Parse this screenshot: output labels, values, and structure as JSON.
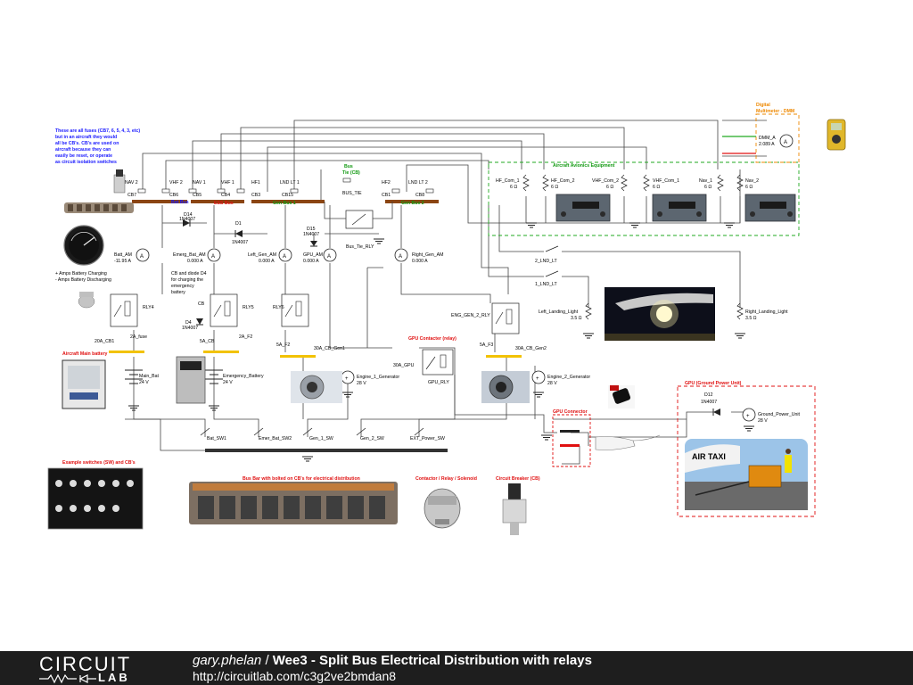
{
  "note": [
    "These are all fuses (CB7, 6, 5, 4, 3, etc)",
    "but in an aircraft they would",
    "all be CB's. CB's are used on",
    "aircraft because they can",
    "easily be reset, or operate",
    "as circuit isolation switches"
  ],
  "breakers": [
    {
      "name": "NAV 2",
      "ref": "CB7"
    },
    {
      "name": "VHF 2",
      "ref": "CB6"
    },
    {
      "name": "NAV 1",
      "ref": "CB5"
    },
    {
      "name": "VHF 1",
      "ref": "CB4"
    },
    {
      "name": "HF1",
      "ref": "CB3"
    },
    {
      "name": "LND LT 1",
      "ref": "CB15"
    },
    {
      "name": "HF2",
      "ref": "CB1"
    },
    {
      "name": "LND LT 2",
      "ref": "CB8"
    }
  ],
  "buses": {
    "bat": "Bat Bus",
    "ess": "ESS Bus",
    "gen1": "Gen Bus 1",
    "gen2": "Gen Bus 2"
  },
  "bus_tie": {
    "title": "Bus",
    "title2": "Tie (CB)",
    "cb": "BUS_TIE",
    "relay": "Bus_Tie_RLY"
  },
  "diodes": {
    "d14": {
      "name": "D14",
      "part": "1N4007"
    },
    "d1": {
      "name": "D1",
      "part": "1N4007"
    },
    "d15": {
      "name": "D15",
      "part": "1N4007"
    },
    "d4": {
      "name": "D4",
      "part": "1N4007"
    },
    "d12": {
      "name": "D12",
      "part": "1N4007"
    }
  },
  "ammeters": {
    "batt": {
      "name": "Batt_AM",
      "value": "-11.95 A"
    },
    "emerg": {
      "name": "Emerg_Bat_AM",
      "value": "0.000 A"
    },
    "left_gen": {
      "name": "Left_Gen_AM",
      "value": "0.000 A"
    },
    "gpu": {
      "name": "GPU_AM",
      "value": "0.000 A"
    },
    "right_gen": {
      "name": "Right_Gen_AM",
      "value": "0.000 A"
    }
  },
  "amp_legend": [
    "+ Amps Battery Charging",
    "- Amps Battery Discharging"
  ],
  "cb_diode_note": [
    "CB and diode D4",
    "for charging the",
    "emergency",
    "battery"
  ],
  "relays": {
    "rly4": "RLY4",
    "rly5": "RLY5",
    "rly6": "RLY6",
    "eng2": "ENG_GEN_2_RLY",
    "gpu": "GPU_RLY"
  },
  "fuses": {
    "cb20": "20A_CB1",
    "f2a": "2A_fuse",
    "cb5a": "5A_CB",
    "f2b": "2A_F2",
    "f3": "5A_F2",
    "cbgen1": "30A_CB_Gen1",
    "gpu30": "30A_GPU",
    "f3b": "5A_F3",
    "cbgen2": "30A_CB_Gen2",
    "cb": "CB"
  },
  "sources": {
    "main_bat": {
      "name": "Main_Bat",
      "volt": "24 V"
    },
    "emerg_bat": {
      "name": "Emergency_Battery",
      "volt": "24 V"
    },
    "gen1": {
      "name": "Engine_1_Generator",
      "volt": "28 V"
    },
    "gen2": {
      "name": "Engine_2_Generator",
      "volt": "28 V"
    },
    "ground": {
      "name": "Ground_Power_Unit",
      "volt": "28 V"
    }
  },
  "gpu_contactor_label": "GPU Contacter (relay)",
  "switches": [
    "Bat_SW1",
    "Emer_Bat_SW2",
    "Gen_1_SW",
    "Gen_2_SW",
    "EXT_Power_SW"
  ],
  "avionics": {
    "title": "Aircraft Avionics Equipment",
    "loads": [
      {
        "name": "HF_Com_1",
        "value": "6 Ω"
      },
      {
        "name": "HF_Com_2",
        "value": "6 Ω"
      },
      {
        "name": "VHF_Com_2",
        "value": "6 Ω"
      },
      {
        "name": "VHF_Com_1",
        "value": "6 Ω"
      },
      {
        "name": "Nav_1",
        "value": "6 Ω"
      },
      {
        "name": "Nav_2",
        "value": "6 Ω"
      }
    ]
  },
  "multimeter": {
    "title1": "Digital",
    "title2": "Multimeter - DMM",
    "name": "DMM_A",
    "value": "2.089 A"
  },
  "landing": {
    "sw2": "2_LND_LT",
    "sw1": "1_LND_LT",
    "left": {
      "name": "Left_Landing_Light",
      "value": "3.5 Ω"
    },
    "right": {
      "name": "Right_Landing_Light",
      "value": "3.5 Ω"
    }
  },
  "captions": {
    "main_battery": "Aircraft Main battery",
    "gpu_unit": "GPU (Ground Power Unit)",
    "gpu_connector": "GPU Connector",
    "example_switches": "Example switches (SW) and CB's",
    "bus_bar": "Bus Bar with bolted on CB's for electrical distribution",
    "contactor": "Contactor / Relay / Solenoid",
    "circuit_breaker": "Circuit Breaker (CB)"
  },
  "photo_labels": {
    "air_taxi": "AIR TAXI"
  },
  "footer": {
    "logo_top": "CIRCUIT",
    "logo_bottom": "LAB",
    "user": "gary.phelan",
    "sep": " / ",
    "project": "Wee3 - Split Bus Electrical Distribution with relays",
    "url": "http://circuitlab.com/c3g2ve2bmdan8"
  },
  "colors": {
    "wire": "#444444",
    "bus": "#8b4513",
    "label_blue": "#1a1aff",
    "label_red": "#e01010",
    "label_green": "#119911",
    "label_orange": "#ee8800",
    "fuse": "#f2c200",
    "footer_bg": "#1e1e1e"
  }
}
